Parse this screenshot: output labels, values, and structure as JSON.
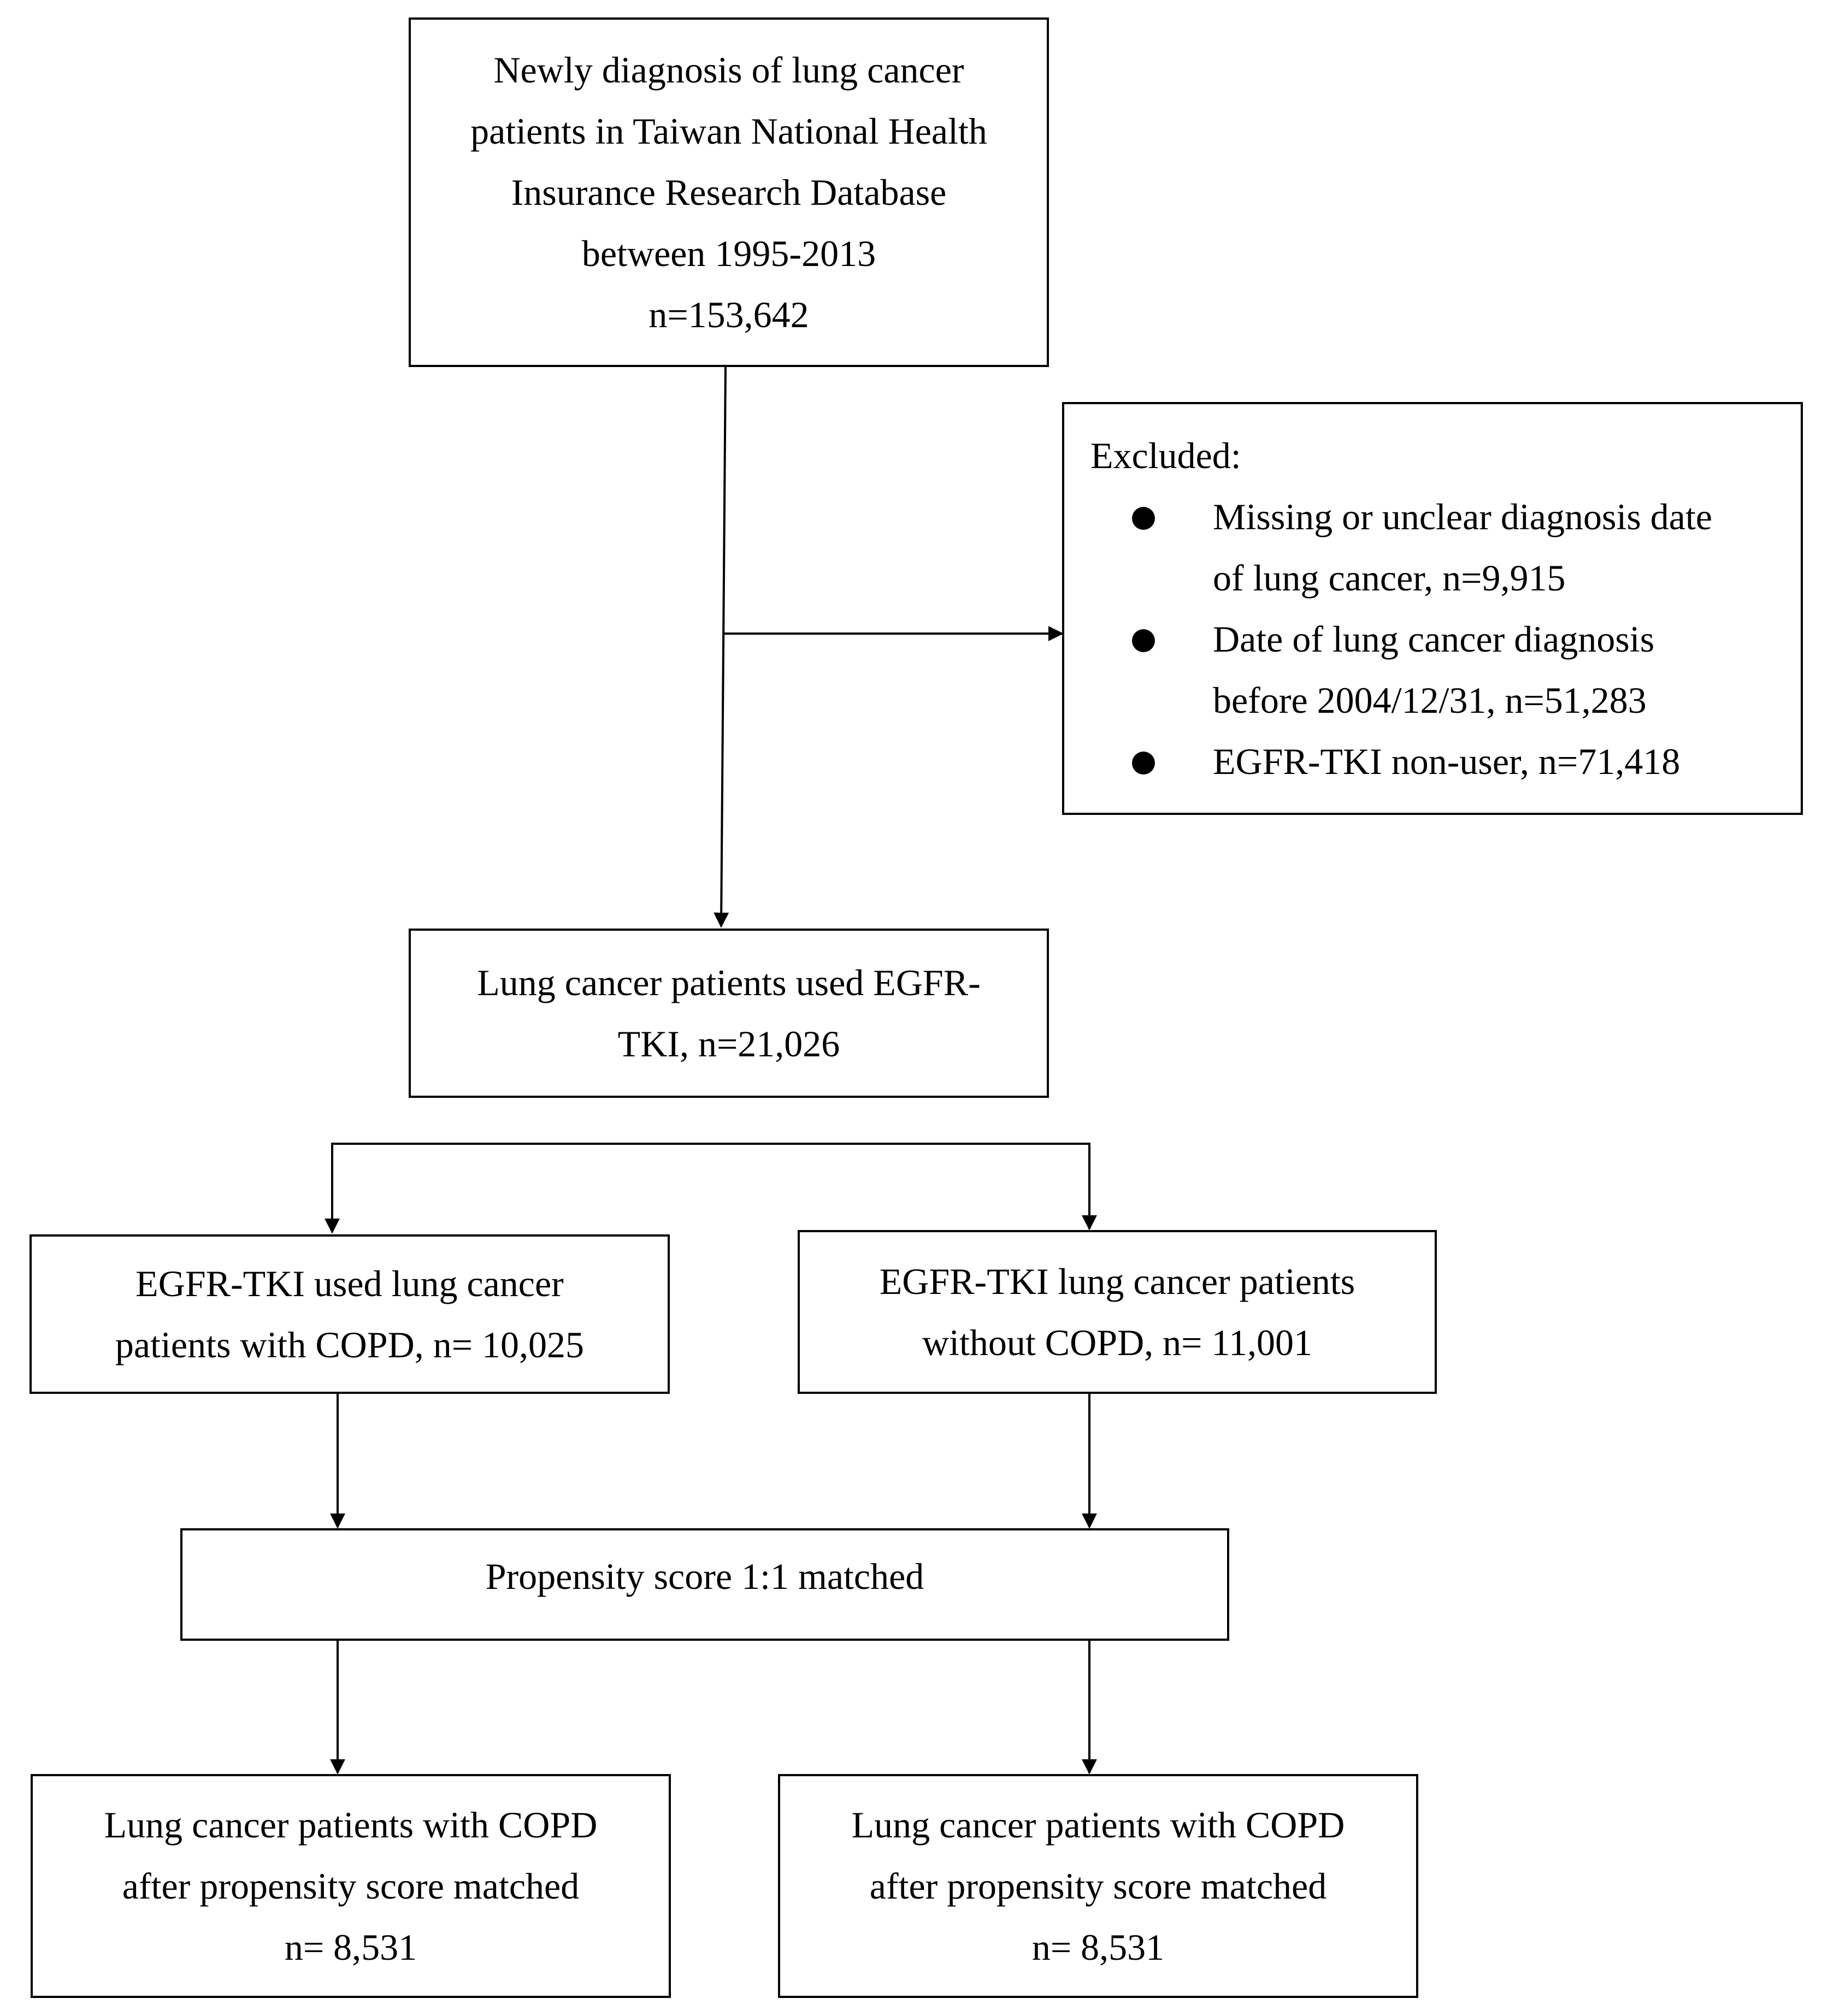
{
  "boxes": {
    "source": {
      "lines": [
        "Newly diagnosis of lung cancer",
        "patients in Taiwan National Health",
        "Insurance Research Database",
        "between 1995-2013",
        "n=153,642"
      ]
    },
    "egfr_users": {
      "lines": [
        "Lung cancer patients used EGFR-",
        "TKI, n=21,026"
      ]
    },
    "with_copd": {
      "lines": [
        "EGFR-TKI used lung cancer",
        "patients with COPD, n= 10,025"
      ]
    },
    "without_copd": {
      "lines": [
        "EGFR-TKI lung cancer patients",
        "without COPD, n= 11,001"
      ]
    },
    "matching": {
      "lines": [
        "Propensity score 1:1 matched"
      ]
    },
    "matched_left": {
      "lines": [
        "Lung cancer patients with COPD",
        "after propensity score matched",
        "n= 8,531"
      ]
    },
    "matched_right": {
      "lines": [
        "Lung cancer patients with COPD",
        "after propensity score matched",
        "n= 8,531"
      ]
    }
  },
  "excluded": {
    "header": "Excluded:",
    "items": [
      {
        "lines": [
          "Missing or unclear diagnosis date",
          "of lung cancer, n=9,915"
        ]
      },
      {
        "lines": [
          "Date of lung cancer diagnosis",
          "before 2004/12/31, n=51,283"
        ]
      },
      {
        "lines": [
          "EGFR-TKI non-user, n=71,418"
        ]
      }
    ]
  }
}
